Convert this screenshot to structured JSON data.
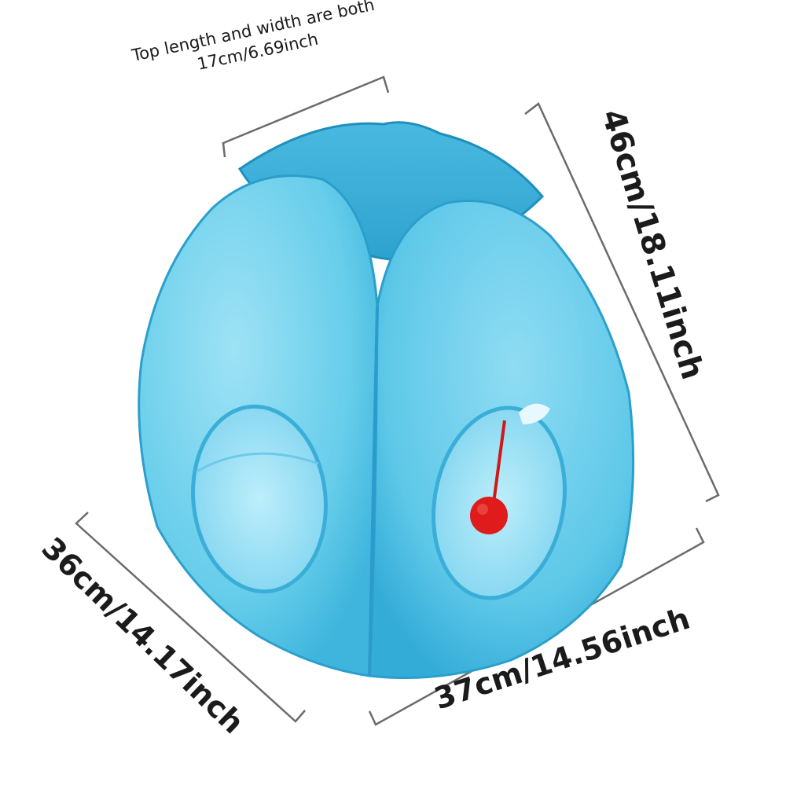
{
  "dimensions": {
    "top_note_line1": "Top length and width are both",
    "top_note_line2": "17cm/6.69inch",
    "height": "46cm/18.11inch",
    "left_width": "36cm/14.17inch",
    "right_width": "37cm/14.56inch"
  },
  "colors": {
    "tent_blue": "#5ec8e8",
    "tent_blue_dark": "#2aa3cf",
    "ball_red": "#e01b1b",
    "dimension_line": "#6b6b6b"
  }
}
